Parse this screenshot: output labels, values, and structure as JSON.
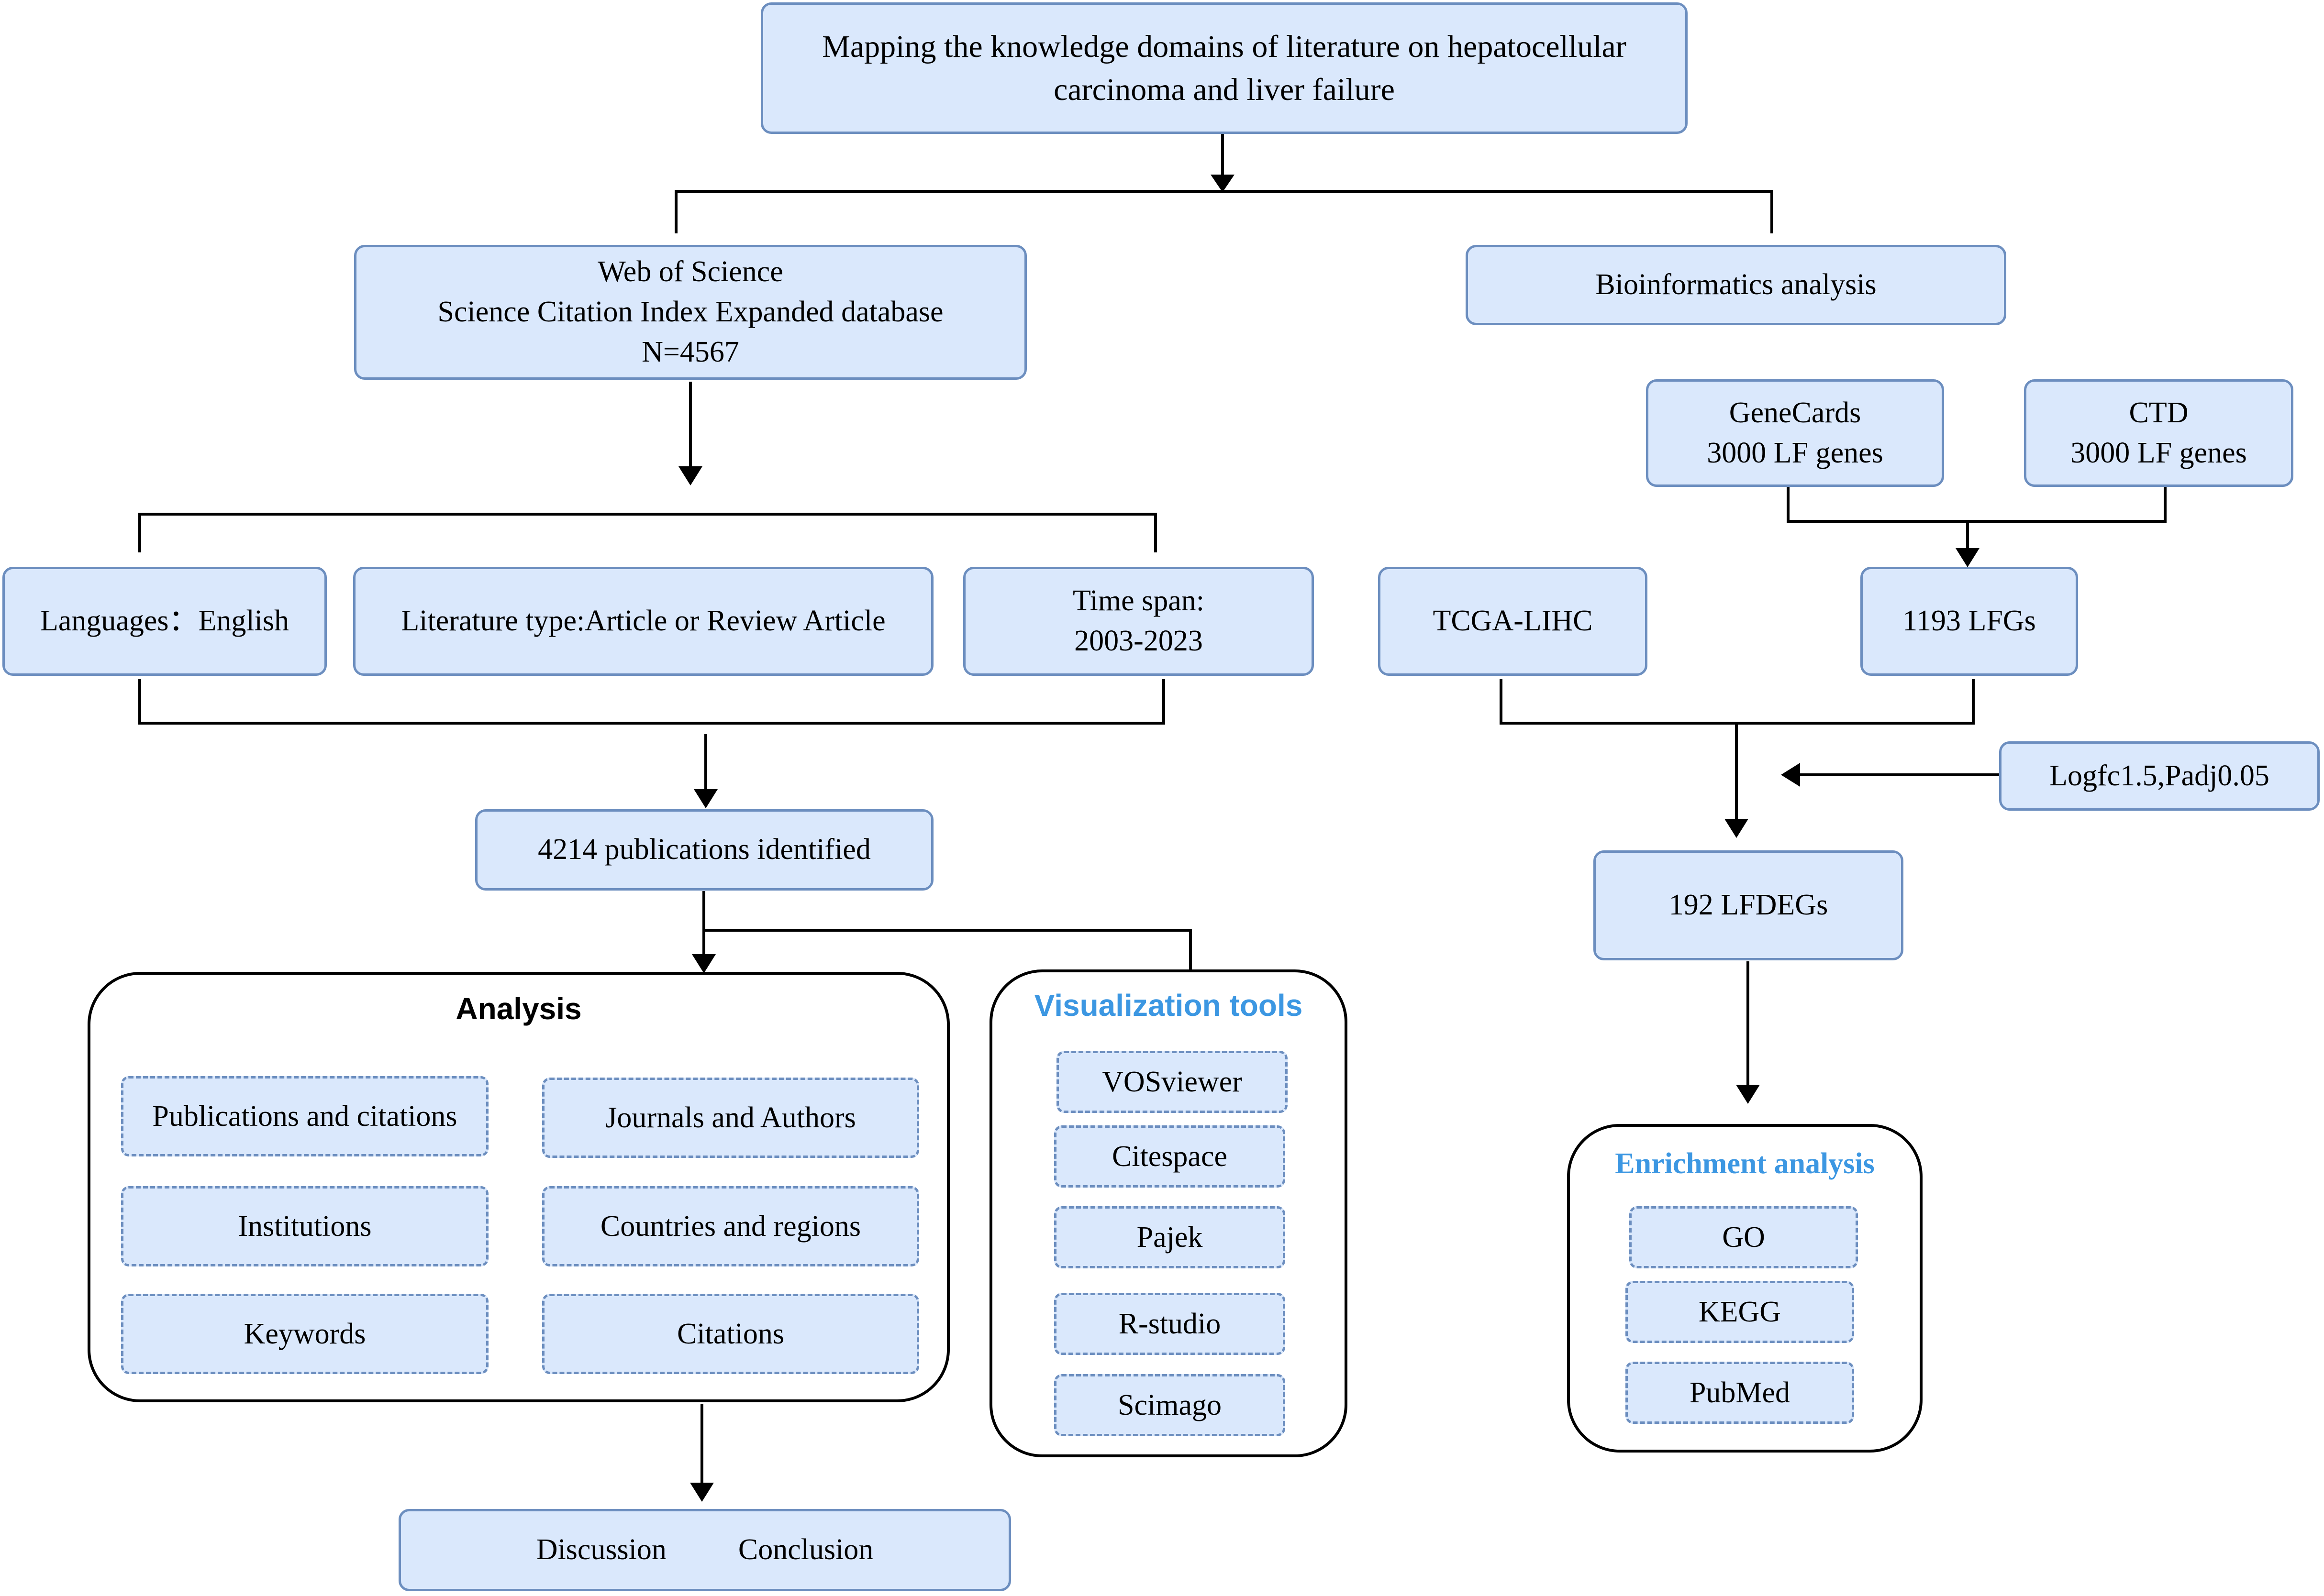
{
  "title": [
    "Mapping the knowledge domains of literature on hepatocellular",
    "carcinoma and liver failure"
  ],
  "wos": {
    "lines": [
      "Web of Science",
      "Science Citation Index Expanded database",
      "N=4567"
    ]
  },
  "bioinformatics": "Bioinformatics analysis",
  "filters": {
    "languages": "Languages：English",
    "literature_type": "Literature type:Article or Review Article",
    "time_span": [
      "Time span:",
      "2003-2023"
    ]
  },
  "publications": "4214 publications identified",
  "analysis": {
    "title": "Analysis",
    "items": [
      "Publications and citations",
      "Journals and Authors",
      "Institutions",
      "Countries and regions",
      "Keywords",
      "Citations"
    ]
  },
  "visualization": {
    "title": "Visualization tools",
    "items": [
      "VOSviewer",
      "Citespace",
      "Pajek",
      "R-studio",
      "Scimago"
    ]
  },
  "discussion": "Discussion",
  "conclusion": "Conclusion",
  "genecards": [
    "GeneCards",
    "3000 LF genes"
  ],
  "ctd": [
    "CTD",
    "3000 LF genes"
  ],
  "tcga": "TCGA-LIHC",
  "lfgs": "1193 LFGs",
  "threshold": "Logfc1.5,Padj0.05",
  "lfdegs": "192 LFDEGs",
  "enrichment": {
    "title": "Enrichment analysis",
    "items": [
      "GO",
      "KEGG",
      "PubMed"
    ]
  },
  "colors": {
    "box_fill": "#dae8fc",
    "box_border": "#6c8ebf",
    "accent_title": "#3c97e2",
    "line": "#000000"
  }
}
